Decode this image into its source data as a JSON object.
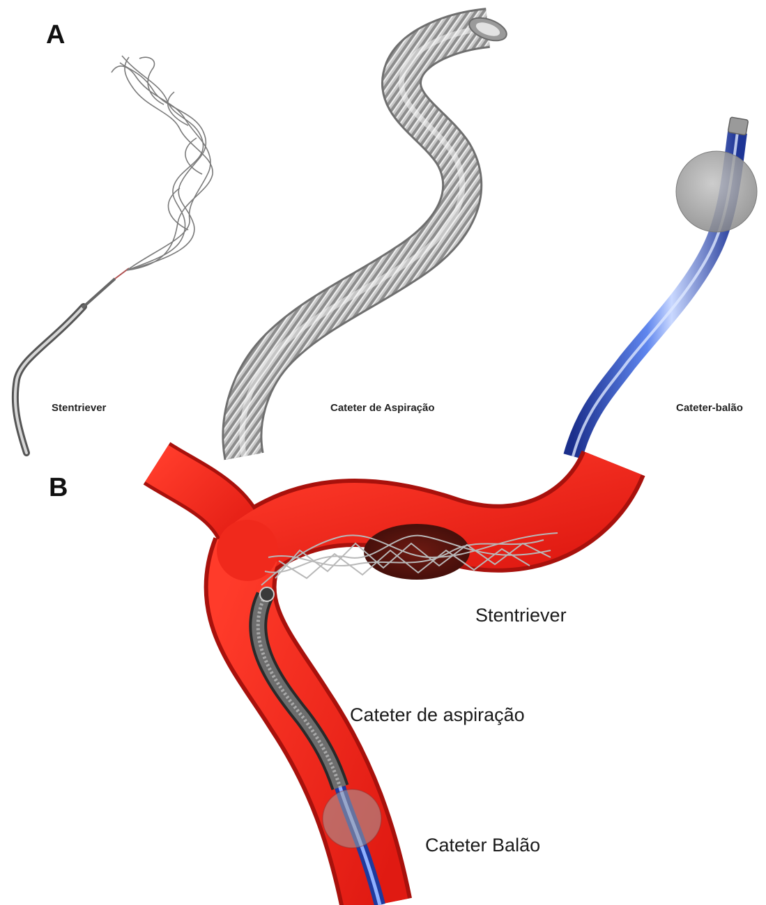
{
  "panels": {
    "a": {
      "letter": "A",
      "labels": {
        "stentriever": "Stentriever",
        "aspiration": "Cateter de Aspiração",
        "balloon": "Cateter-balão"
      }
    },
    "b": {
      "letter": "B",
      "labels": {
        "stentriever": "Stentriever",
        "aspiration": "Cateter de aspiração",
        "balloon": "Cateter Balão"
      }
    }
  },
  "colors": {
    "artery": "#e8231a",
    "artery_edge": "#b71410",
    "clot": "#5a1410",
    "stent_wire": "#8a8a8a",
    "aspiration_metal": "#b8b8b8",
    "balloon_catheter": "#2f54c4",
    "balloon": "#9e9e9e"
  },
  "icons": [
    "stentriever-device",
    "aspiration-catheter-device",
    "balloon-catheter-device",
    "artery-bifurcation",
    "clot"
  ]
}
